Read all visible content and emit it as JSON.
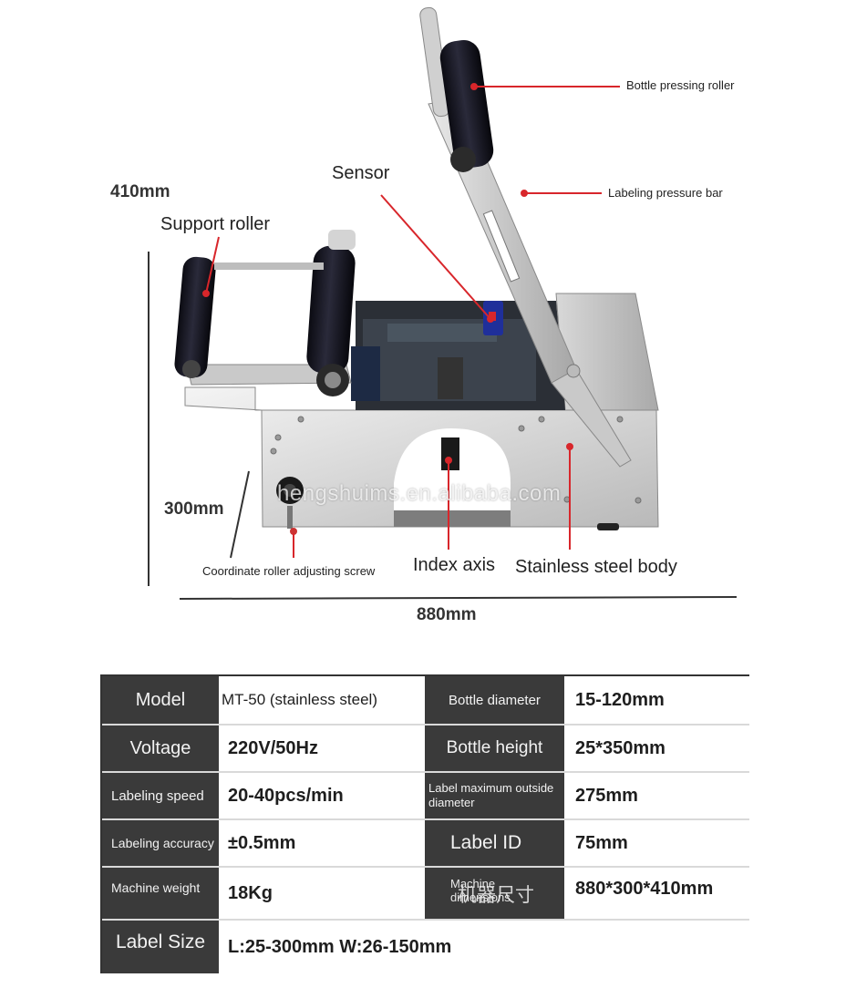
{
  "diagram": {
    "height_dim": "410mm",
    "depth_dim": "300mm",
    "width_dim": "880mm",
    "watermark": "hengshuims.en.alibaba.com",
    "callouts": {
      "support_roller": "Support roller",
      "sensor": "Sensor",
      "bottle_pressing_roller": "Bottle pressing roller",
      "labeling_pressure_bar": "Labeling pressure bar",
      "coordinate_roller_screw": "Coordinate roller adjusting screw",
      "index_axis": "Index axis",
      "stainless_steel_body": "Stainless steel body"
    },
    "callout_color": "#d8262b"
  },
  "specs": {
    "rows": [
      {
        "k1": "Model",
        "v1": "MT-50 (stainless steel)",
        "k2": "Bottle diameter",
        "v2": "15-120mm"
      },
      {
        "k1": "Voltage",
        "v1": "220V/50Hz",
        "k2": "Bottle height",
        "v2": "25*350mm"
      },
      {
        "k1": "Labeling speed",
        "v1": "20-40pcs/min",
        "k2": "Label maximum outside diameter",
        "v2": "275mm"
      },
      {
        "k1": "Labeling accuracy",
        "v1": "±0.5mm",
        "k2": "Label ID",
        "v2": "75mm"
      },
      {
        "k1": "Machine weight",
        "v1": "18Kg",
        "k2_en": "Machine dimensions",
        "k2_cn": "机器尺寸",
        "v2": "880*300*410mm"
      }
    ],
    "last": {
      "k": "Label Size",
      "v": "L:25-300mm W:26-150mm"
    }
  }
}
